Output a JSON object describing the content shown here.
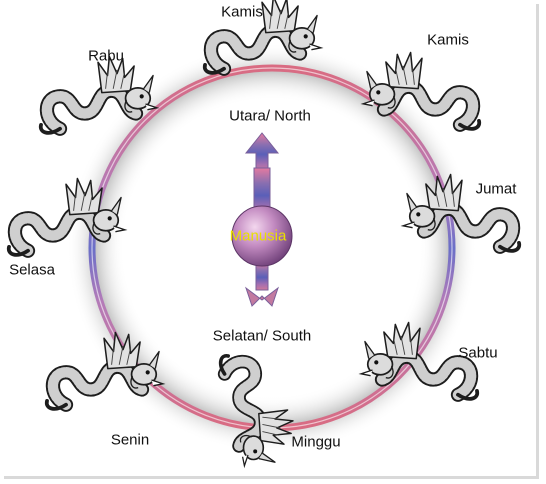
{
  "diagram": {
    "north_label": "Utara/ North",
    "south_label": "Selatan/ South",
    "center_label": "Manusia",
    "days": [
      {
        "label": "Kamis"
      },
      {
        "label": "Kamis"
      },
      {
        "label": "Jumat"
      },
      {
        "label": "Sabtu"
      },
      {
        "label": "Minggu"
      },
      {
        "label": "Senin"
      },
      {
        "label": "Selasa"
      },
      {
        "label": "Rabu"
      }
    ]
  },
  "colors": {
    "ring_top": "#d96b82",
    "ring_side": "#6a6fc8",
    "center_label": "#e8e000",
    "sphere": "#b57fb6",
    "arrow": "#8a6fb0"
  },
  "icons": {
    "dragon": "naga-dragon-icon",
    "center_figure": "human-sphere-icon"
  }
}
